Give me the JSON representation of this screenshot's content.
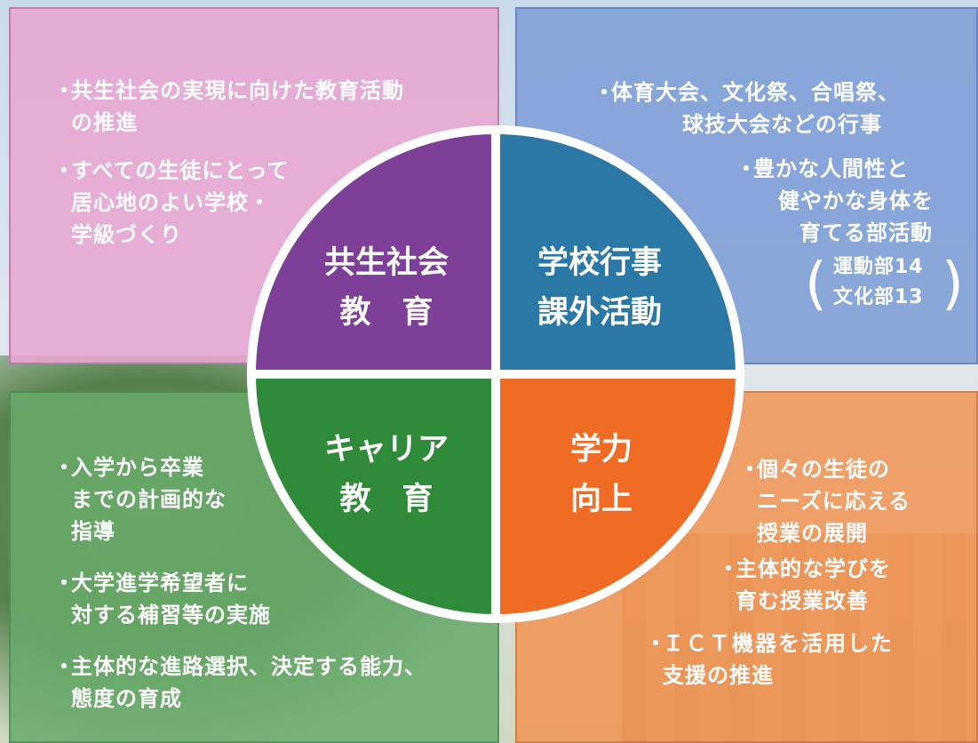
{
  "quadrants": {
    "top_left": {
      "line1": "共生社会",
      "line2": "教　育",
      "color": "#7d3f98"
    },
    "top_right": {
      "line1": "学校行事",
      "line2": "課外活動",
      "color": "#2b78a6"
    },
    "bottom_left": {
      "line1": "キャリア",
      "line2": "教　育",
      "color": "#2f8a3a"
    },
    "bottom_right": {
      "line1": "学力",
      "line2": "向上",
      "color": "#f06b23"
    }
  },
  "panels": {
    "pink": {
      "item1": [
        "共生社会の実現に向けた教育活動",
        "の推進"
      ],
      "item2": [
        "すべての生徒にとって",
        "居心地のよい学校・",
        "学級づくり"
      ]
    },
    "blue": {
      "item1": [
        "体育大会、文化祭、合唱祭、",
        "球技大会などの行事"
      ],
      "item2": [
        "豊かな人間性と",
        "健やかな身体を",
        "育てる部活動"
      ],
      "clubs": [
        "運動部14",
        "文化部13"
      ]
    },
    "green": {
      "item1": [
        "入学から卒業",
        "までの計画的な",
        "指導"
      ],
      "item2": [
        "大学進学希望者に",
        "対する補習等の実施"
      ],
      "item3": [
        "主体的な進路選択、決定する能力、",
        "態度の育成"
      ]
    },
    "orange": {
      "item1": [
        "個々の生徒の",
        "ニーズに応える",
        "授業の展開"
      ],
      "item2": [
        "主体的な学びを",
        "育む授業改善"
      ],
      "item3": [
        "ＩＣＴ機器を活用した",
        "支援の推進"
      ]
    }
  },
  "bullet": "・"
}
